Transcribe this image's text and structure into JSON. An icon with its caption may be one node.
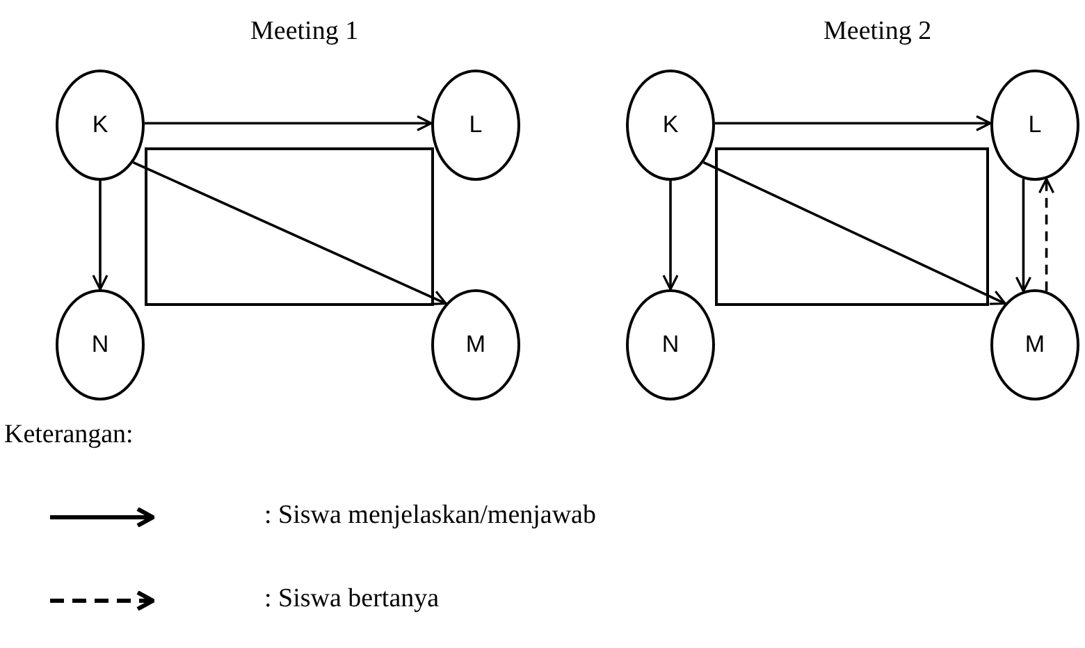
{
  "diagram": {
    "nodes": [
      {
        "text": [
          "K"
        ]
      },
      {
        "text": [
          "L"
        ]
      },
      {
        "text": [
          "N"
        ]
      },
      {
        "text": [
          "M"
        ]
      },
      {
        "text": [
          "K"
        ]
      },
      {
        "text": [
          "L"
        ]
      },
      {
        "text": [
          "N"
        ]
      },
      {
        "text": [
          "M"
        ]
      }
    ],
    "edges": [
      {
        "from": 0,
        "to": 1,
        "arrow": "to"
      },
      {
        "from": 0,
        "to": 2,
        "arrow": "to"
      },
      {
        "from": 0,
        "to": 3,
        "arrow": "to"
      },
      {
        "from": 4,
        "to": 5,
        "arrow": "to"
      },
      {
        "from": 4,
        "to": 6,
        "arrow": "to"
      },
      {
        "from": 4,
        "to": 7,
        "arrow": "to"
      },
      {
        "from": 5,
        "to": 7,
        "arrow": "to"
      },
      {
        "from": 7,
        "to": 5,
        "arrow": "to",
        "style": "dashed"
      }
    ],
    "labels": [
      "Meeting 1",
      "Meeting 2",
      "Keterangan:"
    ],
    "legend": [
      {
        "text": ": Siswa menjelaskan/menjawab"
      },
      {
        "text": ": Siswa bertanya"
      }
    ]
  }
}
